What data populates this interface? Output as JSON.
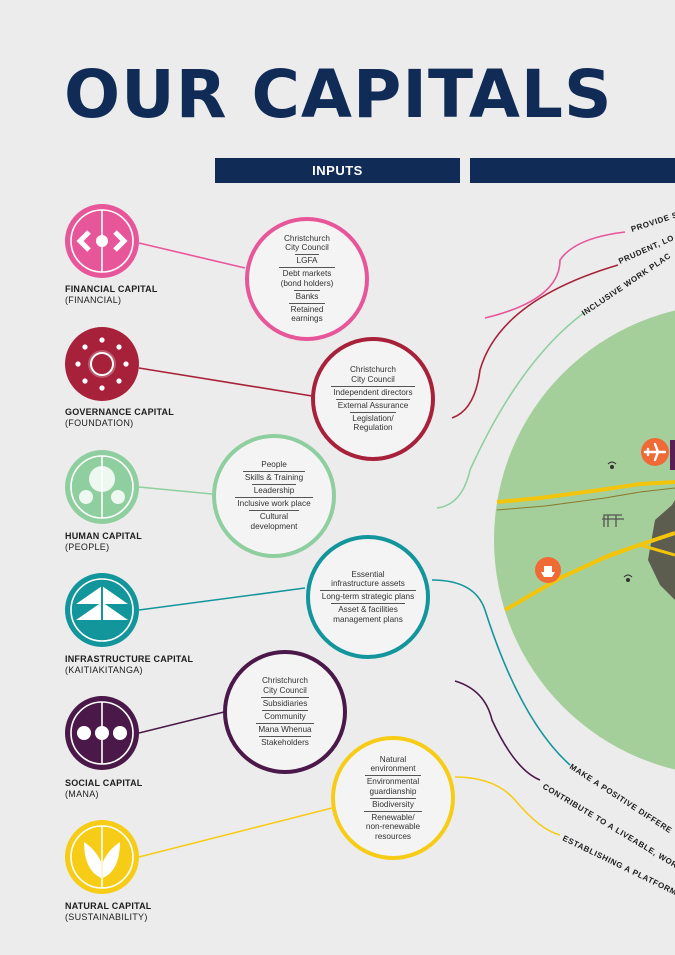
{
  "title": "OUR CAPITALS",
  "inputs_label": "INPUTS",
  "capitals": [
    {
      "name": "FINANCIAL CAPITAL",
      "sub": "(FINANCIAL)",
      "color": "#e8569a",
      "icon": "financial-icon",
      "items": [
        "Christchurch\nCity Council",
        "LGFA",
        "Debt markets\n(bond holders)",
        "Banks",
        "Retained\nearnings"
      ]
    },
    {
      "name": "GOVERNANCE CAPITAL",
      "sub": "(FOUNDATION)",
      "color": "#a8213a",
      "icon": "governance-icon",
      "items": [
        "Christchurch\nCity Council",
        "Independent directors",
        "External Assurance",
        "Legislation/\nRegulation"
      ]
    },
    {
      "name": "HUMAN CAPITAL",
      "sub": "(PEOPLE)",
      "color": "#8fcf9f",
      "icon": "human-icon",
      "items": [
        "People",
        "Skills & Training",
        "Leadership",
        "Inclusive work place",
        "Cultural\ndevelopment"
      ]
    },
    {
      "name": "INFRASTRUCTURE CAPITAL",
      "sub": "(KAITIAKITANGA)",
      "color": "#13959c",
      "icon": "infrastructure-icon",
      "items": [
        "Essential\ninfrastructure assets",
        "Long-term strategic plans",
        "Asset & facilities\nmanagement plans"
      ]
    },
    {
      "name": "SOCIAL CAPITAL",
      "sub": "(MANA)",
      "color": "#4a1949",
      "icon": "social-icon",
      "items": [
        "Christchurch\nCity Council",
        "Subsidiaries",
        "Community",
        "Mana Whenua",
        "Stakeholders"
      ]
    },
    {
      "name": "NATURAL CAPITAL",
      "sub": "(SUSTAINABILITY)",
      "color": "#f6cc16",
      "icon": "natural-icon",
      "items": [
        "Natural\nenvironment",
        "Environmental\nguardianship",
        "Biodiversity",
        "Renewable/\nnon-renewable\nresources"
      ]
    }
  ],
  "arc_labels": [
    "PROVIDE S",
    "PRUDENT, LO",
    "INCLUSIVE WORK PLAC",
    "MAKE A POSITIVE DIFFERE",
    "CONTRIBUTE TO A LIVEABLE, WOR",
    "ESTABLISHING A PLATFORM"
  ],
  "map": {
    "fill": "#a5cf9a",
    "road_color": "#f2c40c",
    "icons": [
      "airport-icon",
      "port-icon",
      "crane-icon",
      "signal-icon"
    ]
  }
}
